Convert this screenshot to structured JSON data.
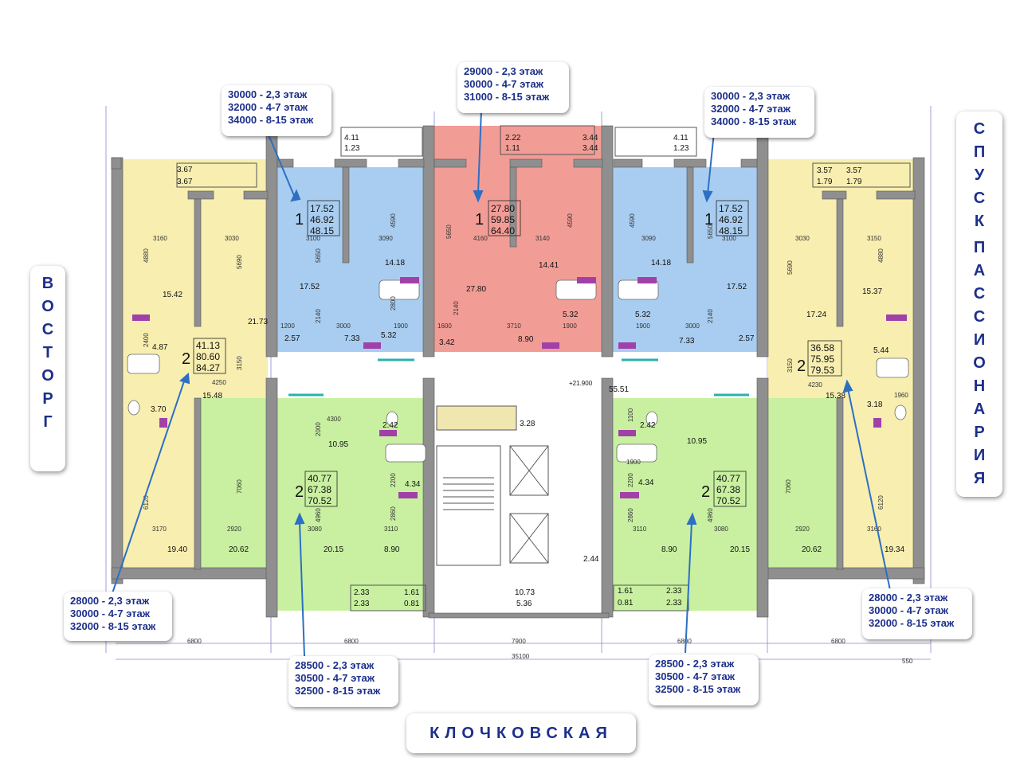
{
  "colors": {
    "one_room": "#a9cdf0",
    "one_room_center": "#f29c96",
    "two_room_side": "#f7eeb0",
    "two_room_front": "#c8f0a0",
    "wall": "#8f8f8f",
    "dimension_line": "#3a3a9a",
    "callout_text": "#1c2f8a",
    "arrow": "#2d6fc4"
  },
  "streets": {
    "left": {
      "letters": [
        "В",
        "О",
        "С",
        "Т",
        "О",
        "Р",
        "Г"
      ]
    },
    "right": {
      "letters": [
        "С",
        "П",
        "У",
        "С",
        "К",
        "",
        "П",
        "А",
        "С",
        "С",
        "И",
        "О",
        "Н",
        "А",
        "Р",
        "И",
        "Я"
      ]
    },
    "bottom": {
      "text": "КЛОЧКОВСКАЯ"
    }
  },
  "callouts": [
    {
      "id": "top-left",
      "lines": [
        "30000 - 2,3 этаж",
        "32000 - 4-7 этаж",
        "34000 - 8-15 этаж"
      ]
    },
    {
      "id": "top-center",
      "lines": [
        "29000 - 2,3 этаж",
        "30000 - 4-7 этаж",
        "31000 - 8-15 этаж"
      ]
    },
    {
      "id": "top-right",
      "lines": [
        "30000 - 2,3 этаж",
        "32000 - 4-7 этаж",
        "34000 - 8-15 этаж"
      ]
    },
    {
      "id": "bottom-left",
      "lines": [
        "28000 - 2,3 этаж",
        "30000 - 4-7 этаж",
        "32000 - 8-15 этаж"
      ]
    },
    {
      "id": "bottom-center-left",
      "lines": [
        "28500 - 2,3 этаж",
        "30500 - 4-7 этаж",
        "32500 - 8-15 этаж"
      ]
    },
    {
      "id": "bottom-center-right",
      "lines": [
        "28500 - 2,3 этаж",
        "30500 - 4-7 этаж",
        "32500 - 8-15 этаж"
      ]
    },
    {
      "id": "bottom-right",
      "lines": [
        "28000 - 2,3 этаж",
        "30000 - 4-7 этаж",
        "32000 - 8-15 этаж"
      ]
    }
  ],
  "apartments": [
    {
      "id": "apt-left-yellow",
      "rooms": "2",
      "areas": [
        "41.13",
        "80.60",
        "84.27"
      ]
    },
    {
      "id": "apt-left-blue",
      "rooms": "1",
      "areas": [
        "17.52",
        "46.92",
        "48.15"
      ]
    },
    {
      "id": "apt-center-red",
      "rooms": "1",
      "areas": [
        "27.80",
        "59.85",
        "64.40"
      ]
    },
    {
      "id": "apt-right-blue",
      "rooms": "1",
      "areas": [
        "17.52",
        "46.92",
        "48.15"
      ]
    },
    {
      "id": "apt-right-yellow",
      "rooms": "2",
      "areas": [
        "36.58",
        "75.95",
        "79.53"
      ]
    },
    {
      "id": "apt-left-green",
      "rooms": "2",
      "areas": [
        "40.77",
        "67.38",
        "70.52"
      ]
    },
    {
      "id": "apt-right-green",
      "rooms": "2",
      "areas": [
        "40.77",
        "67.38",
        "70.52"
      ]
    }
  ],
  "room_labels": [
    "3.67",
    "3.67",
    "15.42",
    "21.73",
    "4.87",
    "15.48",
    "3.70",
    "19.40",
    "20.62",
    "4.11",
    "1.23",
    "17.52",
    "14.18",
    "2.57",
    "7.33",
    "5.32",
    "2.22",
    "1.11",
    "3.44",
    "3.44",
    "27.80",
    "14.41",
    "5.32",
    "3.42",
    "8.90",
    "4.11",
    "1.23",
    "14.18",
    "17.52",
    "5.32",
    "7.33",
    "2.57",
    "3.57",
    "1.79",
    "3.57",
    "1.79",
    "15.37",
    "17.24",
    "5.44",
    "15.38",
    "3.18",
    "20.62",
    "19.34",
    "2.42",
    "10.95",
    "4.34",
    "20.15",
    "8.90",
    "2.33",
    "2.33",
    "1.61",
    "0.81",
    "2.42",
    "10.95",
    "4.34",
    "8.90",
    "20.15",
    "1.61",
    "0.81",
    "2.33",
    "2.33",
    "3.28",
    "2.44",
    "10.73",
    "5.36",
    "55.51",
    "+21.900"
  ],
  "dimension_labels": [
    "3160",
    "3030",
    "5690",
    "4880",
    "2400",
    "3150",
    "4250",
    "6120",
    "7060",
    "3170",
    "2920",
    "3100",
    "3090",
    "5650",
    "4590",
    "2140",
    "1200",
    "3000",
    "1900",
    "2800",
    "4160",
    "3140",
    "5650",
    "4590",
    "2140",
    "1600",
    "3710",
    "1900",
    "3090",
    "3100",
    "5650",
    "4590",
    "2140",
    "1900",
    "3000",
    "3030",
    "3150",
    "5690",
    "4880",
    "3150",
    "4230",
    "1960",
    "7060",
    "6120",
    "2920",
    "3160",
    "4300",
    "2000",
    "3080",
    "3110",
    "4960",
    "2860",
    "2200",
    "1100",
    "1900",
    "2200",
    "2860",
    "3110",
    "4960",
    "3080",
    "6800",
    "6800",
    "7900",
    "6800",
    "6800",
    "35100",
    "550"
  ]
}
